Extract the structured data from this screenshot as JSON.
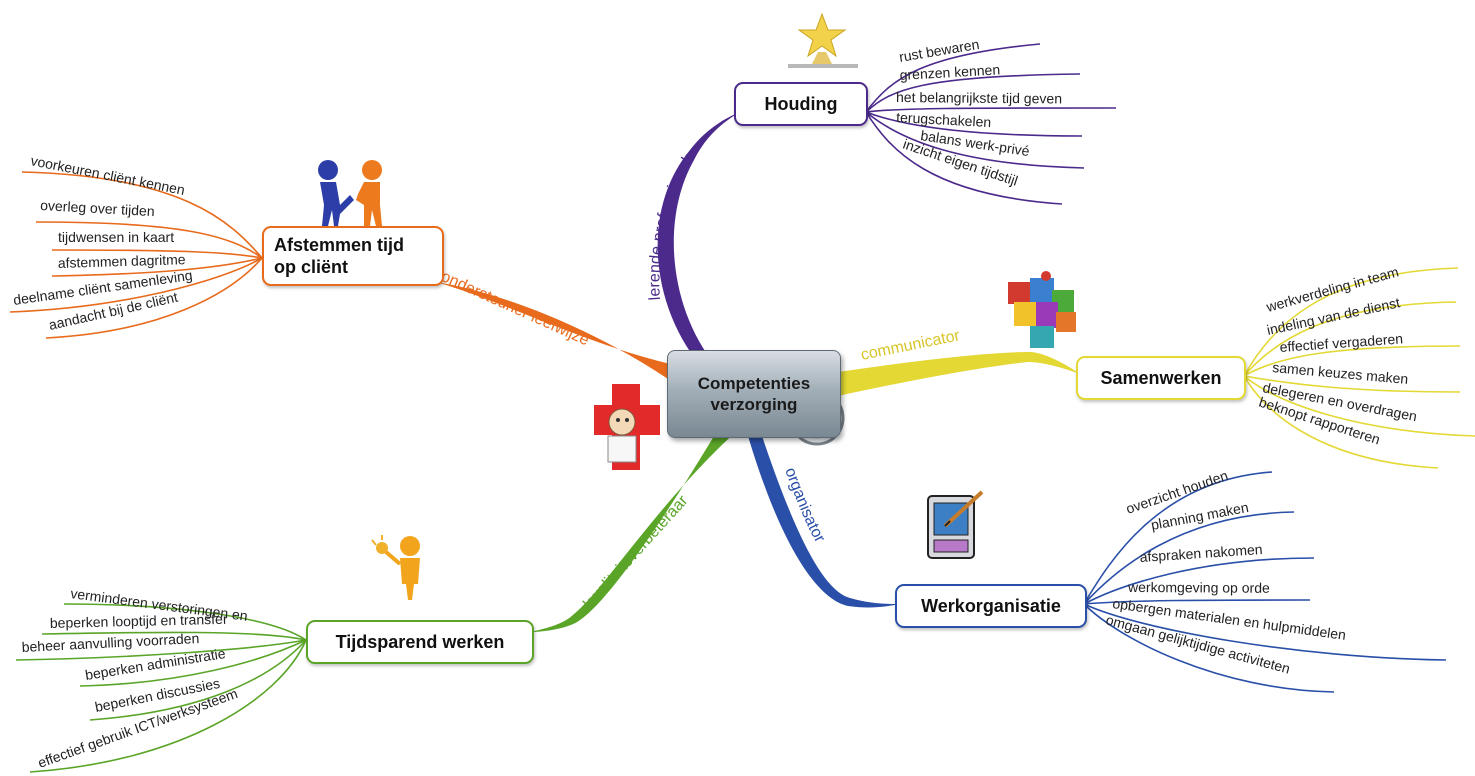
{
  "center": {
    "line1": "Competenties",
    "line2": "verzorging"
  },
  "branches": {
    "houding": {
      "color": "#4b2a8c",
      "role": "lerende professional",
      "title": "Houding",
      "icon": "star-trophy-icon",
      "items": [
        "rust bewaren",
        "grenzen kennen",
        "het belangrijkste tijd geven",
        "terugschakelen",
        "balans werk-privé",
        "inzicht eigen tijdstijl"
      ]
    },
    "afstemmen": {
      "color": "#e86a1c",
      "role": "ondersteuner leefwijze",
      "title_line1": "Afstemmen tijd",
      "title_line2": "op cliënt",
      "icon": "handshake-figures-icon",
      "items": [
        "voorkeuren cliënt kennen",
        "overleg over tijden",
        "tijdwensen in kaart",
        "afstemmen dagritme",
        "deelname cliënt samenleving",
        "aandacht bij de cliënt"
      ]
    },
    "samenwerken": {
      "color": "#e3d834",
      "role": "communicator",
      "title": "Samenwerken",
      "icon": "puzzle-pieces-icon",
      "items": [
        "werkverdeling in team",
        "indeling van de dienst",
        "effectief vergaderen",
        "samen keuzes maken",
        "delegeren en overdragen",
        "beknopt rapporteren"
      ]
    },
    "werkorganisatie": {
      "color": "#2a4fa8",
      "role": "organisator",
      "title": "Werkorganisatie",
      "icon": "pda-pen-icon",
      "items": [
        "overzicht houden",
        "planning maken",
        "afspraken nakomen",
        "werkomgeving op orde",
        "opbergen materialen en hulpmiddelen",
        "omgaan gelijktijdige activiteten"
      ]
    },
    "tijdsparend": {
      "color": "#5aa528",
      "role": "kwaliteitsverbeteraar",
      "title": "Tijdsparend werken",
      "icon": "lightbulb-figure-icon",
      "items": [
        "verminderen verstoringen en",
        "beperken looptijd en transfer",
        "beheer aanvulling voorraden",
        "beperken administratie",
        "beperken discussies",
        "effectief gebruik ICT/werksysteem"
      ]
    }
  },
  "decorations": {
    "clock": "stopwatch-icon",
    "medical": "medical-cross-figure-icon"
  }
}
